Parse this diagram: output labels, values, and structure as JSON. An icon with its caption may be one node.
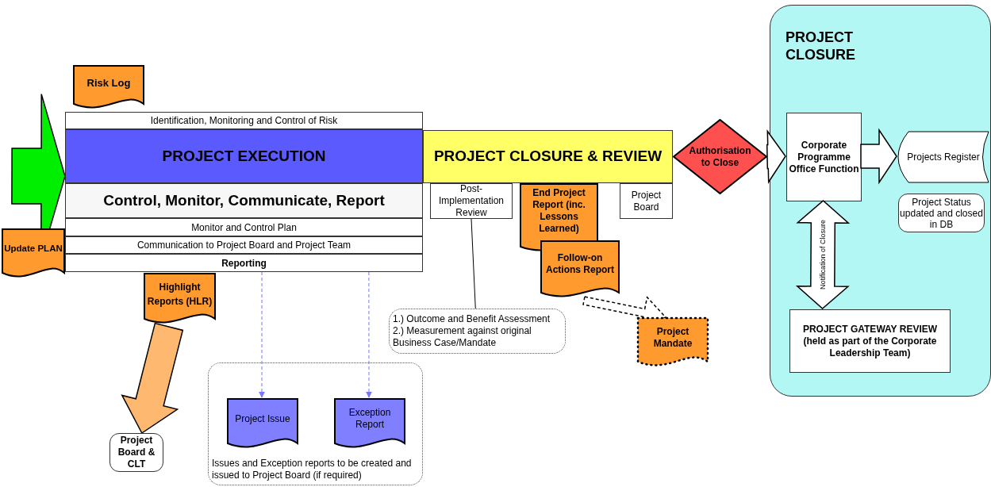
{
  "diagram": {
    "nodes": [
      {
        "text": [
          "Risk Log"
        ]
      },
      {
        "text": [
          "Identification, Monitoring and Control of Risk"
        ]
      },
      {
        "text": [
          "PROJECT EXECUTION"
        ]
      },
      {
        "text": [
          "Control, Monitor, Communicate, Report"
        ]
      },
      {
        "text": [
          "Monitor and Control Plan"
        ]
      },
      {
        "text": [
          "Communication to Project Board and Project Team"
        ]
      },
      {
        "text": [
          "Reporting"
        ]
      },
      {
        "text": [
          "Update PLAN"
        ]
      },
      {
        "text": [
          "Highlight Reports (HLR)"
        ]
      },
      {
        "text": [
          "PROJECT CLOSURE & REVIEW"
        ]
      },
      {
        "text": [
          "Post-Implementation Review"
        ]
      },
      {
        "text": [
          "End Project Report (inc. Lessons Learned)"
        ]
      },
      {
        "text": [
          "Project Board"
        ]
      },
      {
        "text": [
          "Follow-on Actions Report"
        ]
      },
      {
        "text": [
          "Authorisation to Close"
        ]
      },
      {
        "text": [
          "PROJECT CLOSURE"
        ]
      },
      {
        "text": [
          "Corporate Programme Office Function"
        ],
        "in": 15
      },
      {
        "text": [
          "Projects Register"
        ],
        "in": 15
      },
      {
        "text": [
          "Project Status updated and closed in DB"
        ],
        "in": 15
      },
      {
        "text": [
          "PROJECT GATEWAY REVIEW",
          "(held as part of the Corporate Leadership Team)"
        ],
        "in": 15
      },
      {
        "text": [
          "1.) Outcome and Benefit Assessment",
          "2.) Measurement against original Business Case/Mandate"
        ]
      },
      {
        "text": [
          "Project Mandate"
        ]
      },
      {
        "text": [
          "Issues and Exception reports to be created and issued to Project Board (if required)"
        ]
      },
      {
        "text": [
          "Project Issue"
        ],
        "in": 22
      },
      {
        "text": [
          "Exception Report"
        ],
        "in": 22
      },
      {
        "text": [
          "Project Board & CLT"
        ]
      }
    ],
    "edges": [
      {
        "from": null,
        "to": 2,
        "arrow": "to",
        "color": "#00ee00"
      },
      {
        "from": 14,
        "to": 16,
        "arrow": "to"
      },
      {
        "from": 16,
        "to": 17,
        "arrow": "to"
      },
      {
        "from": 16,
        "to": 19,
        "arrow": "both",
        "label": "Notification of Closure"
      },
      {
        "from": 8,
        "to": 25,
        "arrow": "to",
        "color": "#ffb870"
      },
      {
        "from": 6,
        "to": 23,
        "arrow": "to",
        "style": "dashed",
        "color": "#7777ff"
      },
      {
        "from": 6,
        "to": 24,
        "arrow": "to",
        "style": "dashed",
        "color": "#7777ff"
      },
      {
        "from": 10,
        "to": 20,
        "arrow": "none",
        "color": "#000000"
      },
      {
        "from": 13,
        "to": 21,
        "arrow": "to",
        "style": "dashed"
      }
    ]
  }
}
